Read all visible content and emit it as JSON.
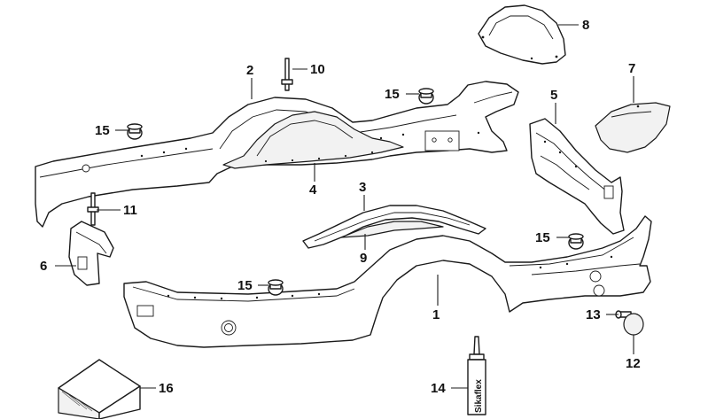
{
  "diagram": {
    "callouts": [
      {
        "id": "c1",
        "label": "1"
      },
      {
        "id": "c2",
        "label": "2"
      },
      {
        "id": "c3",
        "label": "3"
      },
      {
        "id": "c4",
        "label": "4"
      },
      {
        "id": "c5",
        "label": "5"
      },
      {
        "id": "c6",
        "label": "6"
      },
      {
        "id": "c7",
        "label": "7"
      },
      {
        "id": "c8",
        "label": "8"
      },
      {
        "id": "c9",
        "label": "9"
      },
      {
        "id": "c10",
        "label": "10"
      },
      {
        "id": "c11",
        "label": "11"
      },
      {
        "id": "c12",
        "label": "12"
      },
      {
        "id": "c13",
        "label": "13"
      },
      {
        "id": "c14",
        "label": "14"
      },
      {
        "id": "c15a",
        "label": "15"
      },
      {
        "id": "c15b",
        "label": "15"
      },
      {
        "id": "c15c",
        "label": "15"
      },
      {
        "id": "c15d",
        "label": "15"
      },
      {
        "id": "c16",
        "label": "16"
      }
    ],
    "tube_label": "Sikaflex"
  }
}
